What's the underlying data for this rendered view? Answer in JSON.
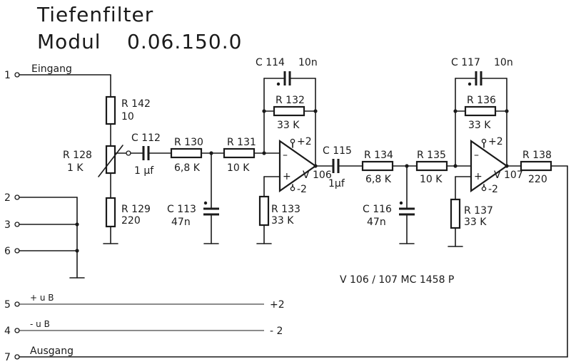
{
  "title": "Tiefenfilter",
  "subtitle_label": "Modul",
  "subtitle_number": "0.06.150.0",
  "terminals": {
    "t1": "1",
    "t2": "2",
    "t3": "3",
    "t6": "6",
    "t5": "5",
    "t4": "4",
    "t7": "7",
    "eingang": "Eingang",
    "plus_ub": "+ u B",
    "minus_ub": "- u B",
    "ausgang": "Ausgang",
    "plus2": "+2",
    "minus2": "- 2"
  },
  "components": {
    "r142": {
      "name": "R 142",
      "value": "10"
    },
    "r128": {
      "name": "R 128",
      "value": "1 K"
    },
    "r129": {
      "name": "R 129",
      "value": "220"
    },
    "c112": {
      "name": "C 112",
      "value": "1 µf"
    },
    "r130": {
      "name": "R 130",
      "value": "6,8 K"
    },
    "r131": {
      "name": "R 131",
      "value": "10 K"
    },
    "c113": {
      "name": "C 113",
      "value": "47n"
    },
    "c114": {
      "name": "C 114",
      "value": "10n"
    },
    "r132": {
      "name": "R 132",
      "value": "33 K"
    },
    "v106": {
      "name": "V 106",
      "plus": "+2",
      "minus": "-2"
    },
    "r133": {
      "name": "R 133",
      "value": "33 K"
    },
    "c115": {
      "name": "C 115",
      "value": "1µf"
    },
    "r134": {
      "name": "R 134",
      "value": "6,8 K"
    },
    "r135": {
      "name": "R 135",
      "value": "10 K"
    },
    "c116": {
      "name": "C 116",
      "value": "47n"
    },
    "c117": {
      "name": "C 117",
      "value": "10n"
    },
    "r136": {
      "name": "R 136",
      "value": "33 K"
    },
    "v107": {
      "name": "V 107",
      "plus": "+2",
      "minus": "-2"
    },
    "r137": {
      "name": "R 137",
      "value": "33 K"
    },
    "r138": {
      "name": "R 138",
      "value": "220"
    }
  },
  "note": "V 106 / 107     MC  1458 P"
}
